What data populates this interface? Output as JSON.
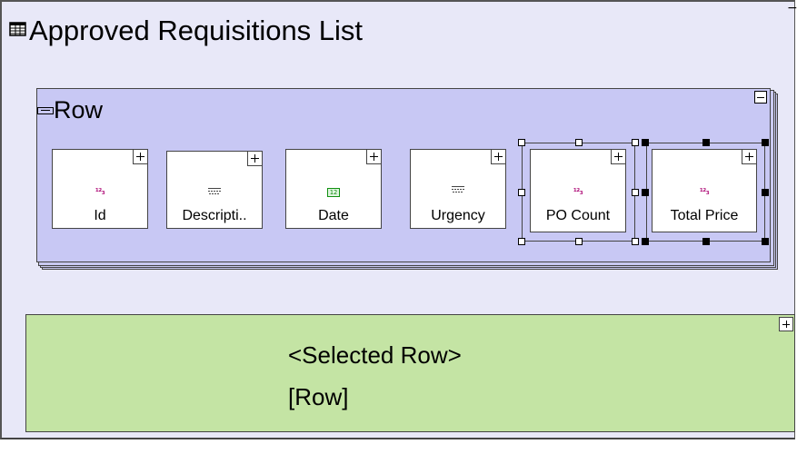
{
  "panel": {
    "title": "Approved Requisitions List",
    "title_icon": "table-icon",
    "collapse_glyph": "−"
  },
  "row_group": {
    "label": "Row",
    "icon": "row-icon",
    "fields": [
      {
        "label": "Id",
        "type_icon": "number-icon",
        "glyph": "¹²₃",
        "selected": false
      },
      {
        "label": "Descripti..",
        "type_icon": "text-icon",
        "glyph": "",
        "selected": false
      },
      {
        "label": "Date",
        "type_icon": "date-icon",
        "glyph": "12",
        "selected": false
      },
      {
        "label": "Urgency",
        "type_icon": "text-icon",
        "glyph": "",
        "selected": false
      },
      {
        "label": "PO Count",
        "type_icon": "number-icon",
        "glyph": "¹²₃",
        "selected": true
      },
      {
        "label": "Total Price",
        "type_icon": "number-icon",
        "glyph": "¹²₃",
        "selected": true
      }
    ]
  },
  "selected_row": {
    "title": "<Selected Row>",
    "subtitle": "[Row]"
  },
  "colors": {
    "panel_bg": "#e8e8f8",
    "row_bg": "#c8c8f4",
    "selected_bg": "#c4e4a4",
    "number_icon": "#b0107a",
    "date_icon": "#109010"
  }
}
